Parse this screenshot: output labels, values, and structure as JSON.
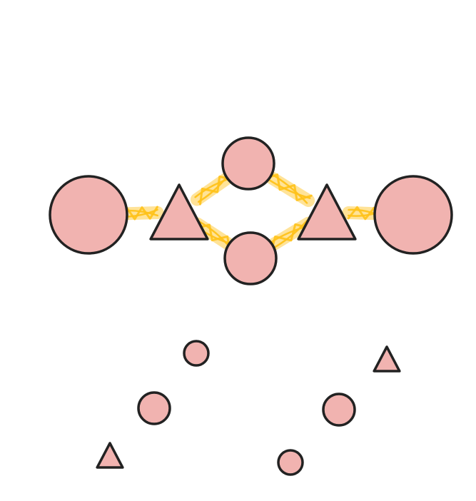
{
  "style": {
    "node_fill": "#f1b3b0",
    "node_stroke": "#222222",
    "link_color": "#ffc21a",
    "background": "#ffffff"
  },
  "graph": {
    "main_nodes": [
      {
        "id": "circle-far-left",
        "shape": "circle"
      },
      {
        "id": "triangle-left",
        "shape": "triangle"
      },
      {
        "id": "circle-top-center",
        "shape": "circle"
      },
      {
        "id": "circle-bottom-center",
        "shape": "circle"
      },
      {
        "id": "triangle-right",
        "shape": "triangle"
      },
      {
        "id": "circle-far-right",
        "shape": "circle"
      }
    ],
    "links": [
      {
        "from": "circle-far-left",
        "to": "triangle-left"
      },
      {
        "from": "triangle-left",
        "to": "circle-top-center"
      },
      {
        "from": "triangle-left",
        "to": "circle-bottom-center"
      },
      {
        "from": "circle-top-center",
        "to": "triangle-right"
      },
      {
        "from": "circle-bottom-center",
        "to": "triangle-right"
      },
      {
        "from": "triangle-right",
        "to": "circle-far-right"
      }
    ],
    "scattered_nodes": [
      {
        "id": "small-circle-1",
        "shape": "circle"
      },
      {
        "id": "small-triangle-1",
        "shape": "triangle"
      },
      {
        "id": "small-circle-2",
        "shape": "circle"
      },
      {
        "id": "small-circle-3",
        "shape": "circle"
      },
      {
        "id": "small-triangle-2",
        "shape": "triangle"
      },
      {
        "id": "small-circle-4",
        "shape": "circle"
      }
    ]
  }
}
